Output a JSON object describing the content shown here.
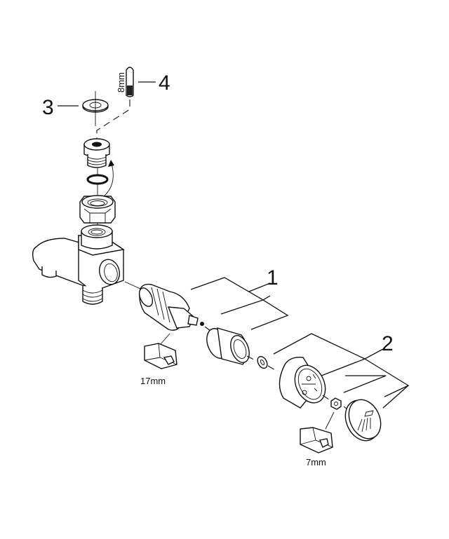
{
  "diagram": {
    "title": "Exploded parts view",
    "callouts": [
      {
        "number": "1",
        "part": "cartridge-assembly"
      },
      {
        "number": "2",
        "part": "handle-assembly"
      },
      {
        "number": "3",
        "part": "washer"
      },
      {
        "number": "4",
        "part": "hex-key"
      }
    ],
    "dimensions": {
      "hex_key": "8mm",
      "cartridge_wrench": "17mm",
      "nut_wrench": "7mm"
    },
    "icons": {
      "handle_cap": "shower-icon"
    }
  }
}
